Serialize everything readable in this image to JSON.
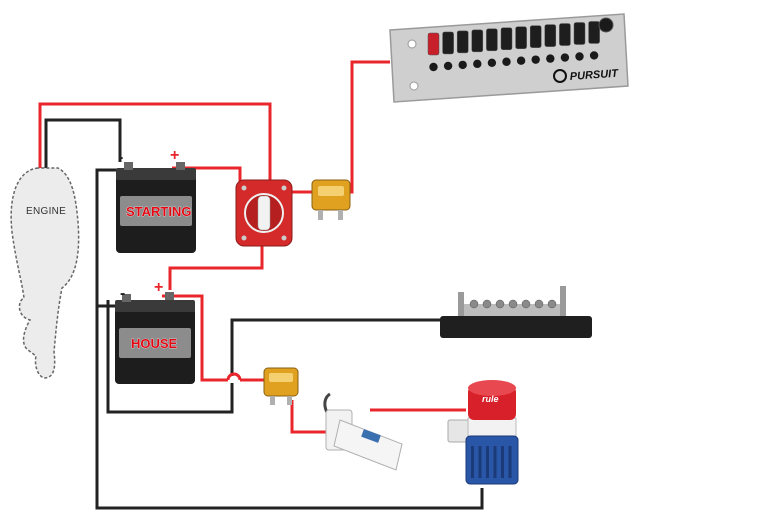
{
  "engine": {
    "label": "ENGINE"
  },
  "starting_battery": {
    "label": "STARTING",
    "positive": "+",
    "negative": "-"
  },
  "house_battery": {
    "label": "HOUSE",
    "positive": "+",
    "negative": "-"
  },
  "switch_panel": {
    "brand": "PURSUIT",
    "switch_count": 12
  },
  "bilge_pump": {
    "brand": "rule"
  },
  "colors": {
    "positive_wire": "#e8262b",
    "negative_wire": "#222222",
    "fuse": "#e0a020",
    "selector": "#d42a2a"
  }
}
